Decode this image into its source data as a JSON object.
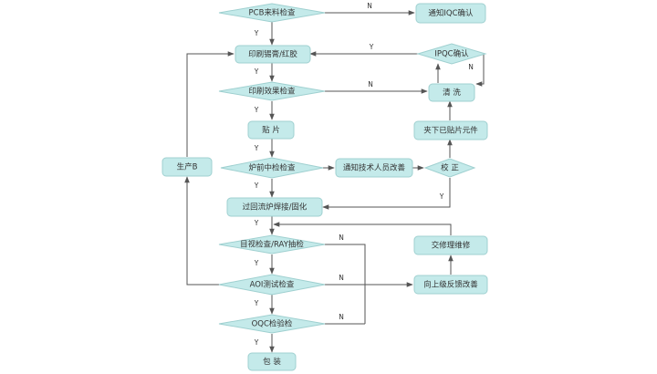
{
  "nodes": {
    "pcb_check": "PCB来料检查",
    "notify_iqc": "通知IQC确认",
    "print_paste": "印刷锡膏/红胶",
    "ipqc_confirm": "IPQC确认",
    "print_check": "印刷效果检查",
    "clean": "清  洗",
    "mount": "贴  片",
    "remove_parts": "夹下已贴片元件",
    "pre_furnace_check": "炉前中检检查",
    "notify_tech": "通知技术人员改善",
    "correct": "校  正",
    "production_b": "生产B",
    "reflow": "过回流炉焊接/固化",
    "visual_ray": "目视检查/RAY抽检",
    "repair": "交修理维修",
    "aoi_test": "AOI测试检查",
    "feedback": "向上级反馈改善",
    "oqc_check": "OQC检验检",
    "pack": "包  装"
  },
  "labels": {
    "y": "Y",
    "n": "N"
  }
}
